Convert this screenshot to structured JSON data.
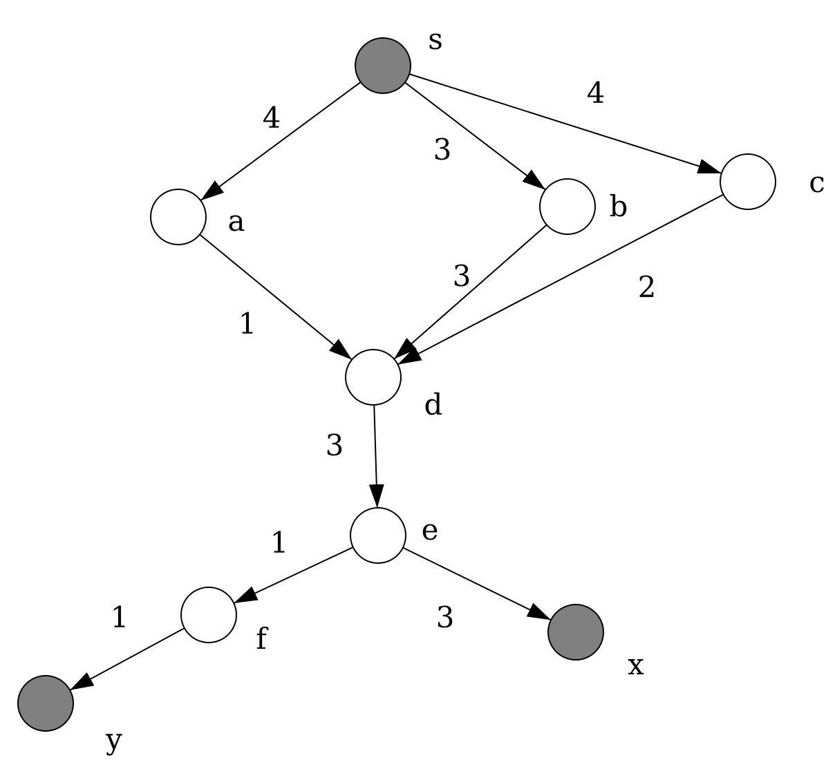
{
  "colors": {
    "terminal_fill": "#808080",
    "inner_fill": "#ffffff",
    "stroke": "#000000"
  },
  "nodes": [
    {
      "id": "s",
      "label": "s",
      "terminal": true
    },
    {
      "id": "a",
      "label": "a",
      "terminal": false
    },
    {
      "id": "b",
      "label": "b",
      "terminal": false
    },
    {
      "id": "c",
      "label": "c",
      "terminal": false
    },
    {
      "id": "d",
      "label": "d",
      "terminal": false
    },
    {
      "id": "e",
      "label": "e",
      "terminal": false
    },
    {
      "id": "f",
      "label": "f",
      "terminal": false
    },
    {
      "id": "x",
      "label": "x",
      "terminal": true
    },
    {
      "id": "y",
      "label": "y",
      "terminal": true
    }
  ],
  "edges": [
    {
      "from": "s",
      "to": "a",
      "weight": "4"
    },
    {
      "from": "s",
      "to": "b",
      "weight": "3"
    },
    {
      "from": "s",
      "to": "c",
      "weight": "4"
    },
    {
      "from": "a",
      "to": "d",
      "weight": "1"
    },
    {
      "from": "b",
      "to": "d",
      "weight": "3"
    },
    {
      "from": "c",
      "to": "d",
      "weight": "2"
    },
    {
      "from": "d",
      "to": "e",
      "weight": "3"
    },
    {
      "from": "e",
      "to": "f",
      "weight": "1"
    },
    {
      "from": "e",
      "to": "x",
      "weight": "3"
    },
    {
      "from": "f",
      "to": "y",
      "weight": "1"
    }
  ]
}
